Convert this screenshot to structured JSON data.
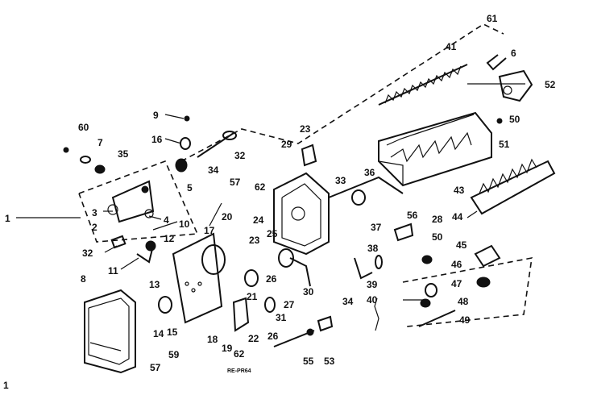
{
  "diagram": {
    "labels": [
      "60",
      "7",
      "35",
      "9",
      "16",
      "5",
      "34",
      "32",
      "1",
      "3",
      "2",
      "4",
      "10",
      "32",
      "11",
      "12",
      "17",
      "20",
      "57",
      "62",
      "24",
      "23",
      "25",
      "33",
      "23",
      "29",
      "36",
      "37",
      "38",
      "39",
      "40",
      "26",
      "21",
      "30",
      "27",
      "31",
      "22",
      "26",
      "34",
      "13",
      "14",
      "15",
      "18",
      "19",
      "59",
      "57",
      "62",
      "55",
      "53",
      "8",
      "41",
      "6",
      "61",
      "52",
      "50",
      "51",
      "43",
      "44",
      "56",
      "28",
      "50",
      "45",
      "46",
      "47",
      "48",
      "49"
    ],
    "stamp": "RE-PR64",
    "corner_mark": "1"
  }
}
